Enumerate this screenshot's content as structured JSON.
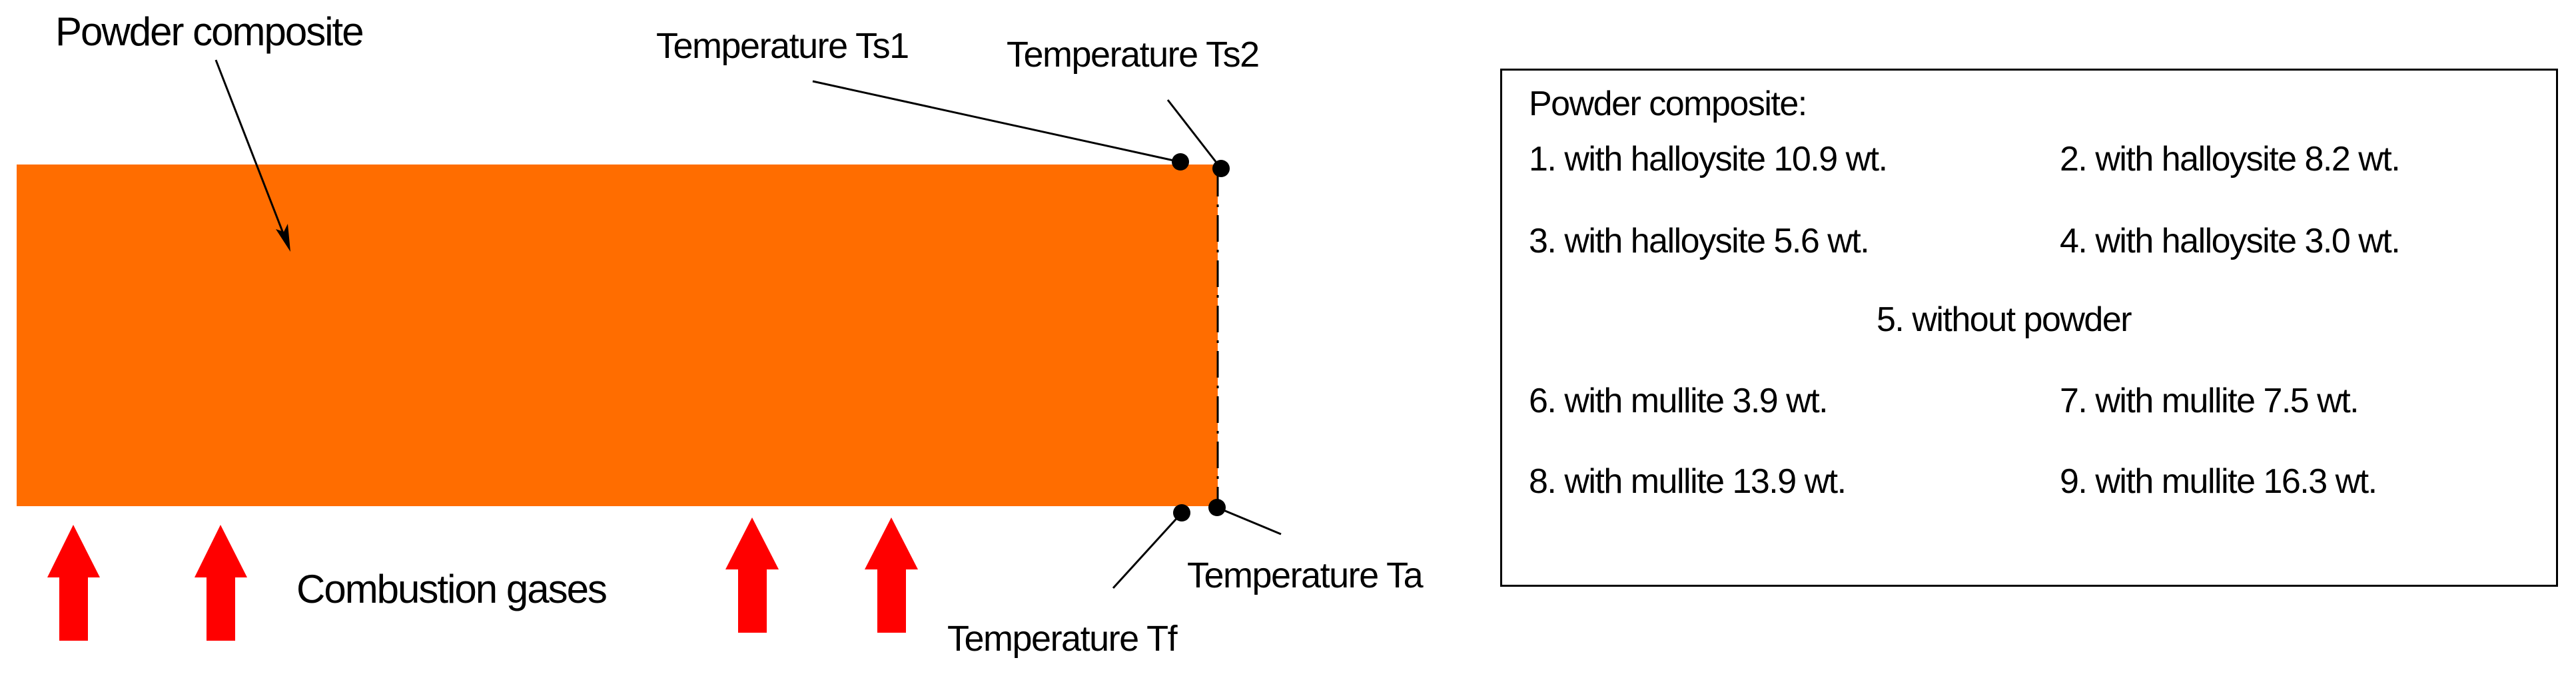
{
  "diagram": {
    "labels": {
      "powder_composite": "Powder composite",
      "temperature_ts1": "Temperature Ts1",
      "temperature_ts2": "Temperature Ts2",
      "temperature_ta": "Temperature Ta",
      "temperature_tf": "Temperature Tf",
      "combustion_gases": "Combustion gases"
    },
    "colors": {
      "composite_fill": "#FF6D00",
      "gas_arrows": "#FF0000",
      "lines": "#000000"
    }
  },
  "legend": {
    "title": "Powder composite:",
    "items": [
      "1. with halloysite 10.9 wt.",
      "2. with halloysite 8.2 wt.",
      "3. with halloysite 5.6 wt.",
      "4. with halloysite 3.0 wt.",
      "5. without powder",
      "6. with mullite 3.9 wt.",
      "7. with mullite 7.5 wt.",
      "8. with mullite 13.9 wt.",
      "9. with mullite 16.3 wt."
    ]
  }
}
